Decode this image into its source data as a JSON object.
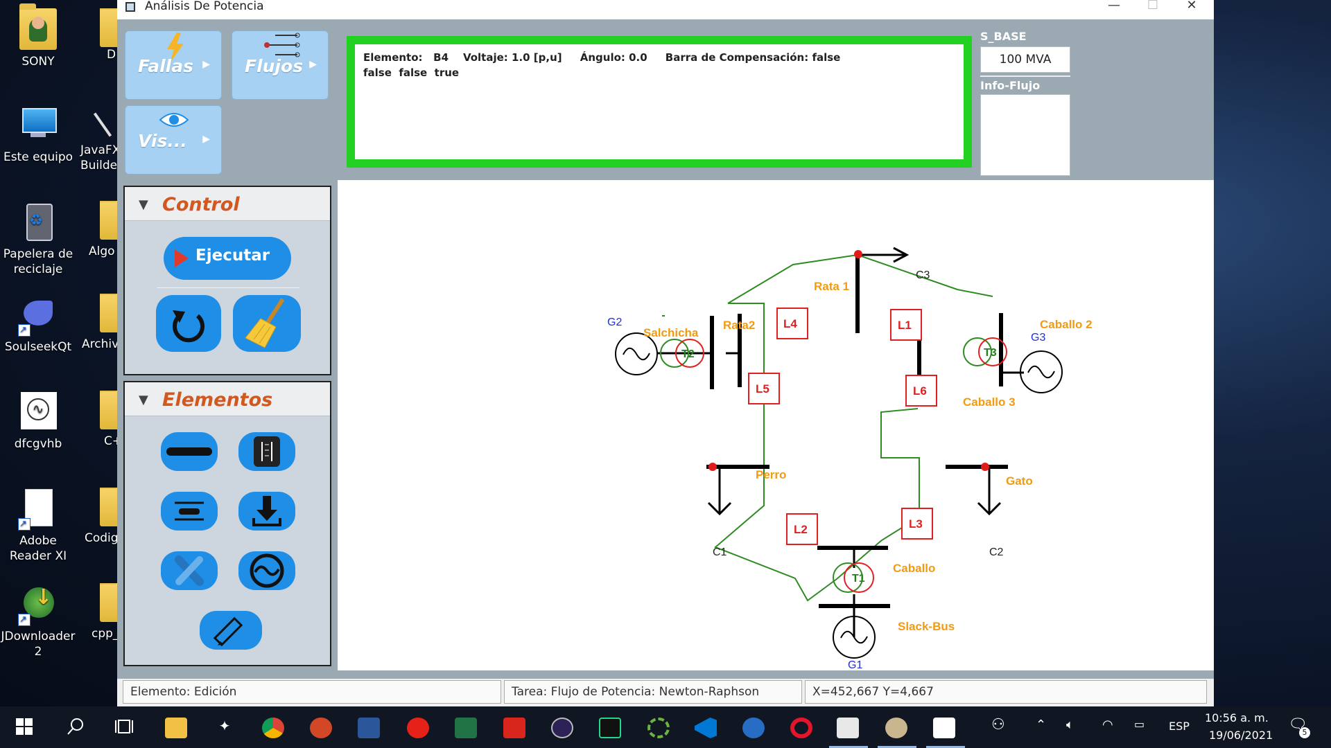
{
  "desktop": {
    "icons": [
      {
        "label": "SONY"
      },
      {
        "label": "Este equipo"
      },
      {
        "label": "Papelera de reciclaje"
      },
      {
        "label": "SoulseekQt"
      },
      {
        "label": "dfcgvhb"
      },
      {
        "label": "Adobe Reader XI"
      },
      {
        "label": "JDownloader 2"
      }
    ],
    "partial_labels": [
      "D",
      "JavaFX Builde",
      "Algo",
      "Archiv",
      "C+",
      "Codig",
      "cpp_"
    ]
  },
  "window": {
    "title": "Análisis De Potencia",
    "controls": {
      "minimize": "—",
      "maximize": "☐",
      "close": "✕"
    }
  },
  "toolbar": {
    "fallas_label": "Fallas",
    "flujos_label": "Flujos",
    "vis_label": "Vis...",
    "arrow": "▶"
  },
  "control_panel": {
    "title": "Control",
    "ejecutar_label": "Ejecutar"
  },
  "elements_panel": {
    "title": "Elementos"
  },
  "info": {
    "line1": "Elemento:   B4    Voltaje: 1.0 [p,u]     Ángulo: 0.0     Barra de Compensación: false",
    "line2": "false  false  true",
    "s_base_label": "S_BASE",
    "s_base_value": "100 MVA",
    "info_flujo_label": "Info-Flujo"
  },
  "diagram": {
    "buses": [
      "Rata 1",
      "Rata2",
      "Salchicha",
      "Caballo 2",
      "Caballo 3",
      "Perro",
      "Gato",
      "Caballo",
      "Slack-Bus"
    ],
    "generators": [
      "G1",
      "G2",
      "G3"
    ],
    "loads": [
      "C1",
      "C2",
      "C3"
    ],
    "lines": [
      "L1",
      "L2",
      "L3",
      "L4",
      "L5",
      "L6"
    ],
    "transformers": [
      "T1",
      "T2",
      "T3"
    ],
    "colors": {
      "bus_label": "#f29b10",
      "generator_label": "#1c2fd6",
      "line_box": "#e02020",
      "connection": "#2e8b22",
      "node": "#e21b1b"
    }
  },
  "status": {
    "element": "Elemento: Edición",
    "task": "Tarea: Flujo de Potencia: Newton-Raphson",
    "coords": "X=452,667   Y=4,667"
  },
  "taskbar": {
    "language": "ESP",
    "time": "10:56 a. m.",
    "date": "19/06/2021",
    "notification_count": "5"
  }
}
